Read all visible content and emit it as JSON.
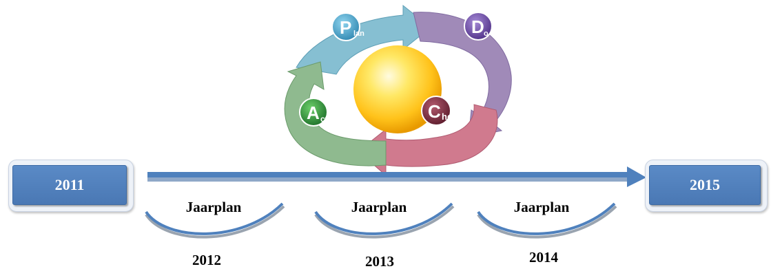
{
  "timeline": {
    "start_year": "2011",
    "end_year": "2015",
    "arrow_color": "#4f81bd"
  },
  "segments": [
    {
      "plan_label": "Jaarplan",
      "year": "2012"
    },
    {
      "plan_label": "Jaarplan",
      "year": "2013"
    },
    {
      "plan_label": "Jaarplan",
      "year": "2014"
    }
  ],
  "pdca": {
    "plan": {
      "letter": "P",
      "suffix": "lan",
      "color": "#4fa3c7",
      "arrow_color": "#86bfd2"
    },
    "do": {
      "letter": "D",
      "suffix": "o",
      "color": "#6a4aa0",
      "arrow_color": "#a08ab8"
    },
    "check": {
      "letter": "C",
      "suffix": "heck",
      "color": "#7a2d3e",
      "arrow_color": "#d07a8e"
    },
    "act": {
      "letter": "A",
      "suffix": "ct",
      "color": "#2e8a3a",
      "arrow_color": "#8fba8f"
    },
    "center_color": "#ffc61a"
  }
}
